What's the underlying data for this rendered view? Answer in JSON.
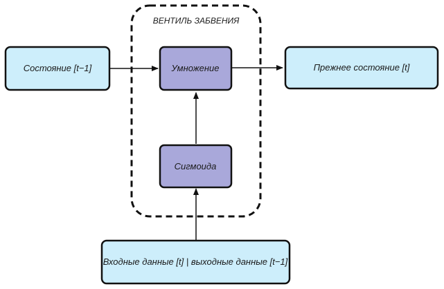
{
  "gate": {
    "title": "ВЕНТИЛЬ ЗАБВЕНИЯ"
  },
  "nodes": {
    "state_prev": {
      "label": "Состояние [t−1]"
    },
    "multiply": {
      "label": "Умножение"
    },
    "prev_state_out": {
      "label": "Прежнее состояние [t]"
    },
    "sigmoid": {
      "label": "Сигмоида"
    },
    "input": {
      "label": "Входные данные [t] | выходные данные [t−1]"
    }
  },
  "colors": {
    "light_box_fill": "#cdeefb",
    "inner_box_fill": "#a9a8da",
    "stroke": "#111111",
    "background": "#ffffff"
  }
}
